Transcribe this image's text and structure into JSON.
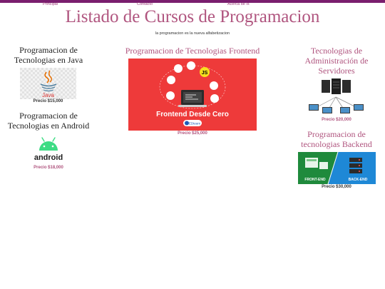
{
  "nav": {
    "items": [
      "Principal",
      "Contacto",
      "Acerca de Is"
    ]
  },
  "header": {
    "title": "Listado de Cursos de Programacion",
    "subtitle": "la programacion es la nueva alfabetizacion"
  },
  "courses": {
    "java": {
      "title": "Programacion de Tecnologias en Java",
      "logo_text": "Java",
      "price": "Precio $15,000"
    },
    "android": {
      "title": "Programacion de Tecnologias en Android",
      "logo_text": "android",
      "price": "Precio $18,000"
    },
    "frontend": {
      "title": "Programacion de Tecnologias Frontend",
      "banner_text": "Frontend Desde Cero",
      "badge_text": "EDteam",
      "price": "Precio $25,000"
    },
    "servers": {
      "title": "Tecnologias de Administración de Servidores",
      "price": "Precio $20,000"
    },
    "backend": {
      "title": "Programacion de tecnologias Backend",
      "front_label": "FRONT-END",
      "back_label": "BACK-END",
      "price": "Precio $30,000"
    }
  },
  "colors": {
    "accent": "#b0557f",
    "topbar": "#7a1e6e",
    "frontend_bg": "#ee3a3a",
    "android_green": "#3ddc84"
  }
}
